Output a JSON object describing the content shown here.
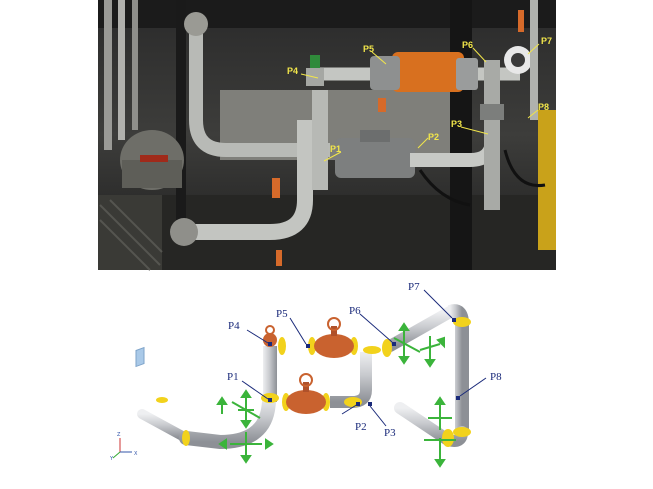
{
  "photo": {
    "labels": [
      "P1",
      "P2",
      "P3",
      "P4",
      "P5",
      "P6",
      "P7",
      "P8"
    ]
  },
  "model": {
    "labels": [
      "P1",
      "P2",
      "P3",
      "P4",
      "P5",
      "P6",
      "P7",
      "P8"
    ],
    "axes": [
      "Z",
      "Y",
      "X"
    ]
  },
  "colors": {
    "pipe": "#c9cbcf",
    "flange": "#f2d21c",
    "valve": "#c9622f",
    "support": "#3bb43b",
    "label_model": "#1a2a7a",
    "label_photo": "#f2e64a"
  }
}
